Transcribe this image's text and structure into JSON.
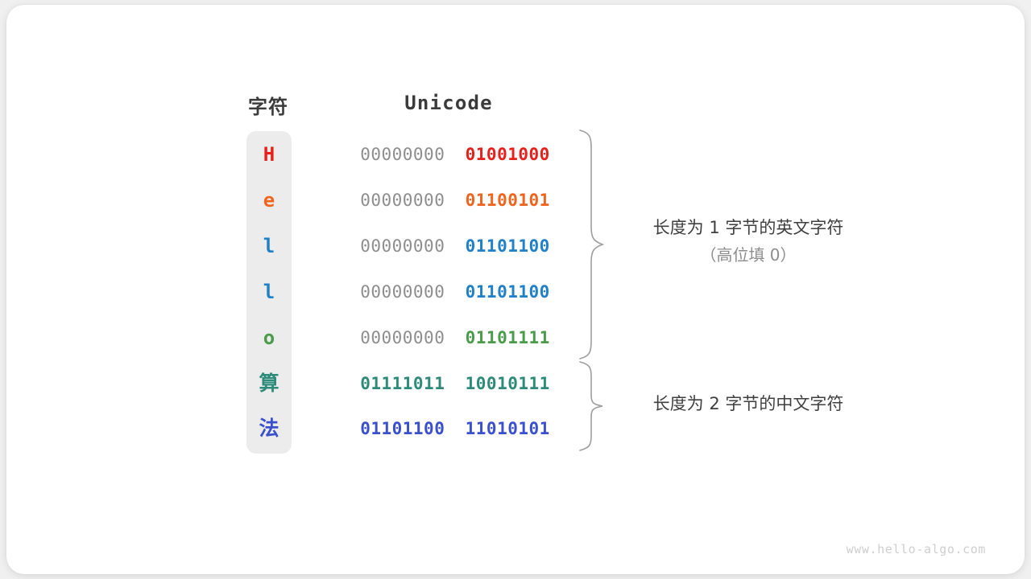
{
  "diagram": {
    "title_columns": {
      "character": "字符",
      "unicode": "Unicode"
    },
    "rows": [
      {
        "char": "H",
        "char_color": "#E8201C",
        "script": "latin",
        "high_byte": "00000000",
        "low_byte": "01001000",
        "high_color": "#8E8E8E",
        "low_color": "#E8201C"
      },
      {
        "char": "e",
        "char_color": "#F0641E",
        "script": "latin",
        "high_byte": "00000000",
        "low_byte": "01100101",
        "high_color": "#8E8E8E",
        "low_color": "#F0641E"
      },
      {
        "char": "l",
        "char_color": "#2080C8",
        "script": "latin",
        "high_byte": "00000000",
        "low_byte": "01101100",
        "high_color": "#8E8E8E",
        "low_color": "#2080C8"
      },
      {
        "char": "l",
        "char_color": "#2080C8",
        "script": "latin",
        "high_byte": "00000000",
        "low_byte": "01101100",
        "high_color": "#8E8E8E",
        "low_color": "#2080C8"
      },
      {
        "char": "o",
        "char_color": "#4A9B4A",
        "script": "latin",
        "high_byte": "00000000",
        "low_byte": "01101111",
        "high_color": "#8E8E8E",
        "low_color": "#4A9B4A"
      },
      {
        "char": "算",
        "char_color": "#2E8B7A",
        "script": "cjk",
        "high_byte": "01111011",
        "low_byte": "10010111",
        "high_color": "#2E8B7A",
        "low_color": "#2E8B7A"
      },
      {
        "char": "法",
        "char_color": "#3B50CC",
        "script": "cjk",
        "high_byte": "01101100",
        "low_byte": "11010101",
        "high_color": "#3B50CC",
        "low_color": "#3B50CC"
      }
    ],
    "annotations": [
      {
        "line1": "长度为 1 字节的英文字符",
        "line2": "（高位填 0）"
      },
      {
        "line1": "长度为 2 字节的中文字符",
        "line2": ""
      }
    ],
    "watermark": "www.hello-algo.com",
    "colors": {
      "pill_background": "#ECECEC",
      "page_background": "#FFFFFF",
      "canvas_background": "#F0F0F0",
      "header_text": "#3B3B3B",
      "brace_stroke": "#9E9E9E",
      "annotation_primary": "#3F3F3F",
      "annotation_secondary": "#8D8D8D",
      "watermark": "#CFCFCF"
    }
  }
}
